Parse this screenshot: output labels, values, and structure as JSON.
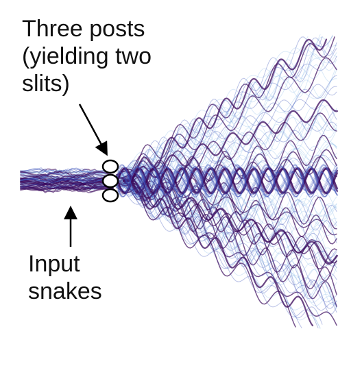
{
  "annotations": {
    "posts": [
      "Three posts",
      "(yielding two",
      "slits)"
    ],
    "input": [
      "Input",
      "snakes"
    ]
  },
  "colors": {
    "background": "#ffffff",
    "snake_light": "#7fb3e6",
    "snake_mid": "#3a4fb8",
    "snake_dark": "#3b0a5c",
    "post_fill": "#ffffff",
    "post_stroke": "#000000",
    "arrow": "#000000"
  }
}
